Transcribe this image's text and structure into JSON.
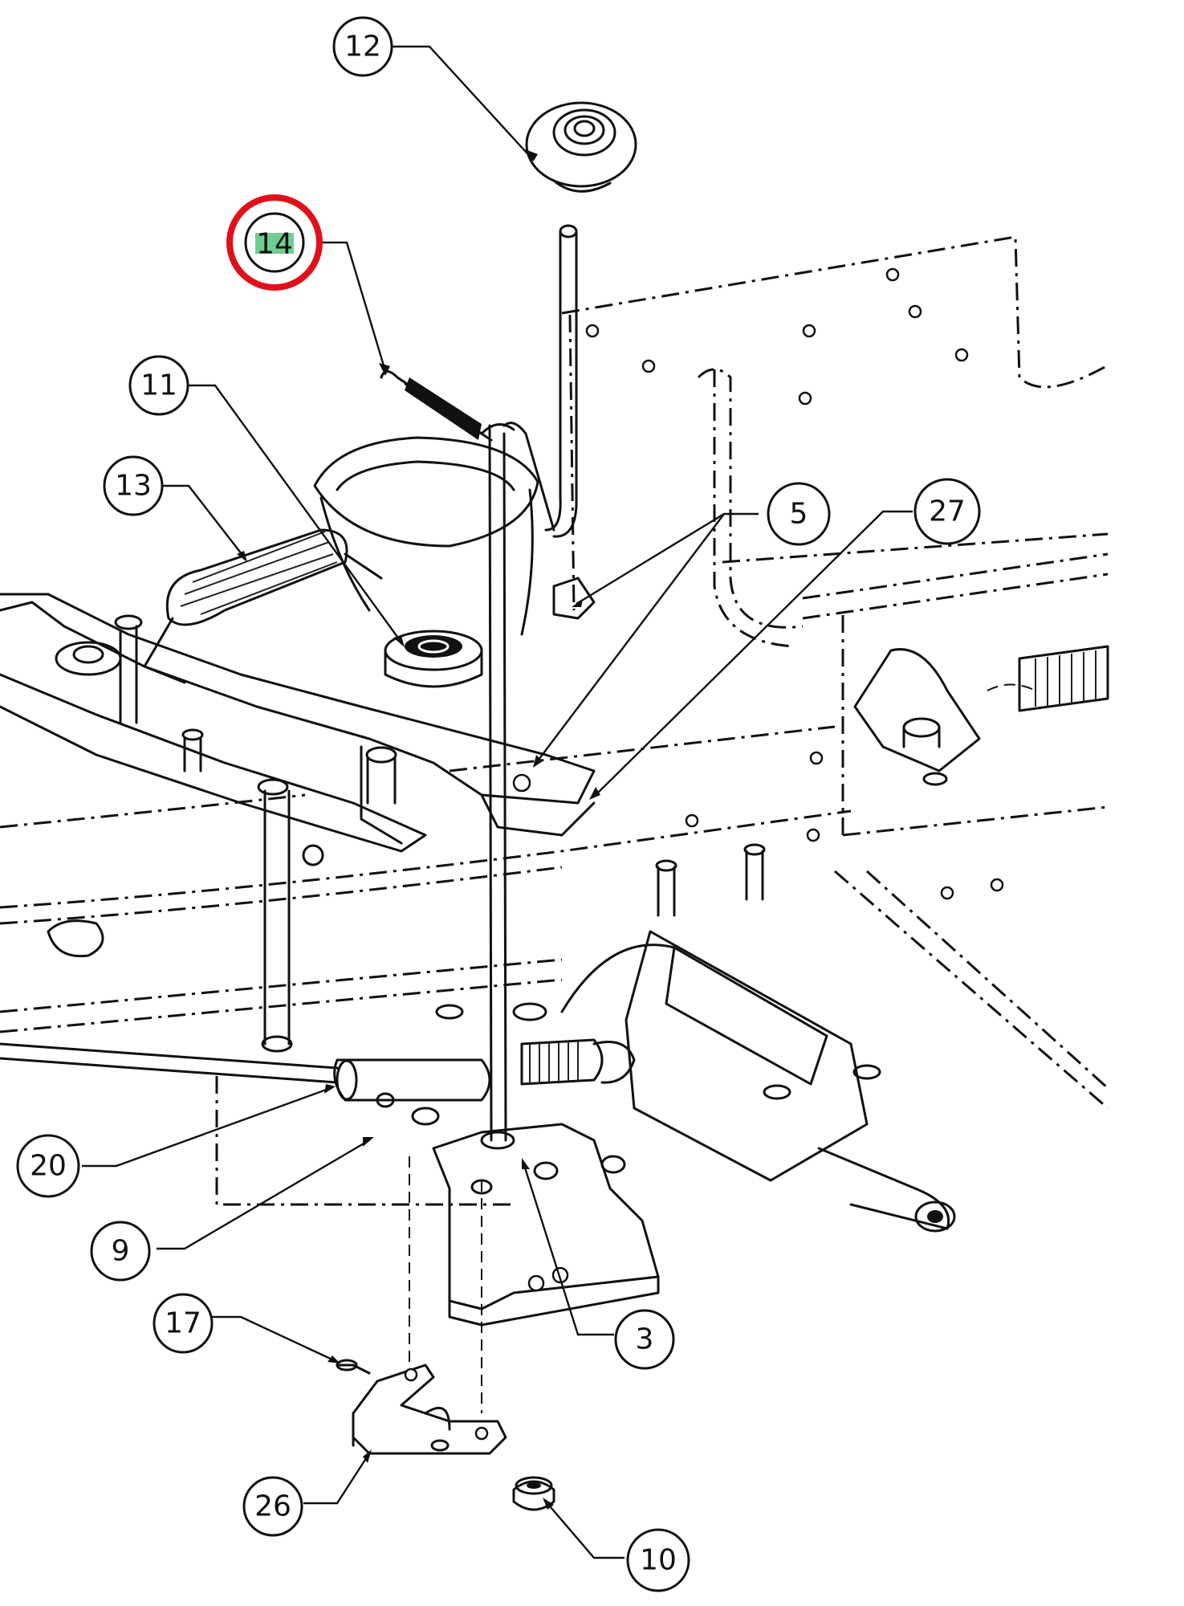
{
  "callouts": {
    "c3": "3",
    "c5": "5",
    "c9": "9",
    "c10": "10",
    "c11": "11",
    "c12": "12",
    "c13": "13",
    "c14": "14",
    "c17": "17",
    "c20": "20",
    "c26": "26",
    "c27": "27"
  },
  "highlight": {
    "callout": "14",
    "ring_color": "#e0101a",
    "fill_color": "#6fce8f"
  }
}
